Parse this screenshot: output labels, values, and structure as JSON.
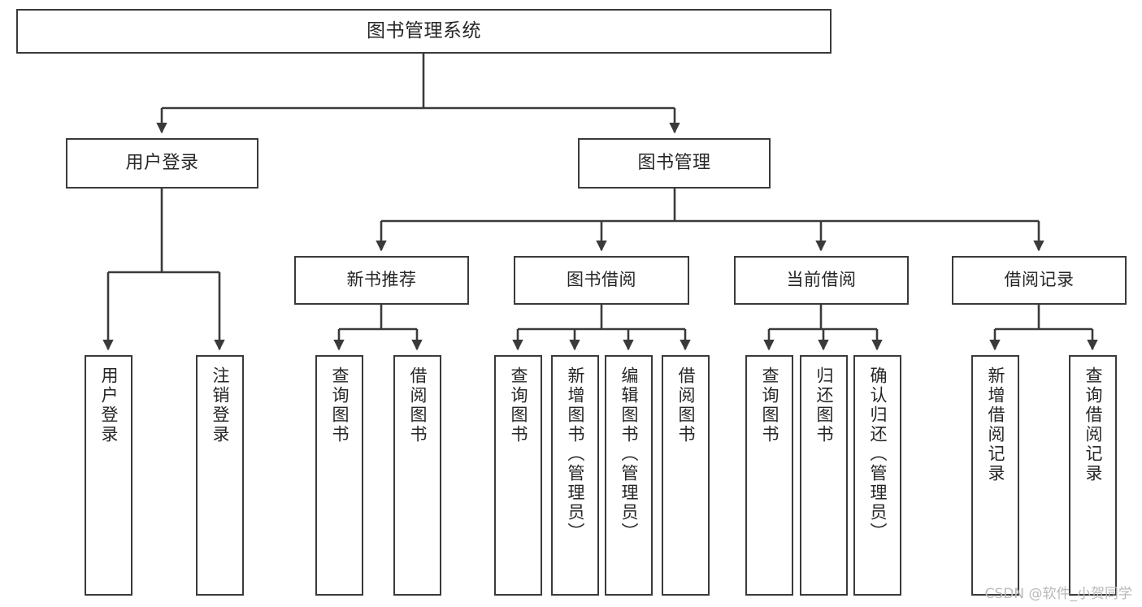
{
  "diagram": {
    "title": "图书管理系统",
    "watermark": "CSDN @软件_小贺同学",
    "line_color": "#3a3a3a",
    "text_color": "#262626",
    "background": "#ffffff",
    "root": {
      "label": "图书管理系统"
    },
    "level2": [
      {
        "label": "用户登录"
      },
      {
        "label": "图书管理"
      }
    ],
    "level3": [
      {
        "label": "新书推荐"
      },
      {
        "label": "图书借阅"
      },
      {
        "label": "当前借阅"
      },
      {
        "label": "借阅记录"
      }
    ],
    "leaves": [
      {
        "label": "用户登录"
      },
      {
        "label": "注销登录"
      },
      {
        "label": "查询图书"
      },
      {
        "label": "借阅图书"
      },
      {
        "label": "查询图书"
      },
      {
        "label": "新增图书（管理员）"
      },
      {
        "label": "编辑图书（管理员）"
      },
      {
        "label": "借阅图书"
      },
      {
        "label": "查询图书"
      },
      {
        "label": "归还图书"
      },
      {
        "label": "确认归还（管理员）"
      },
      {
        "label": "新增借阅记录"
      },
      {
        "label": "查询借阅记录"
      }
    ]
  }
}
